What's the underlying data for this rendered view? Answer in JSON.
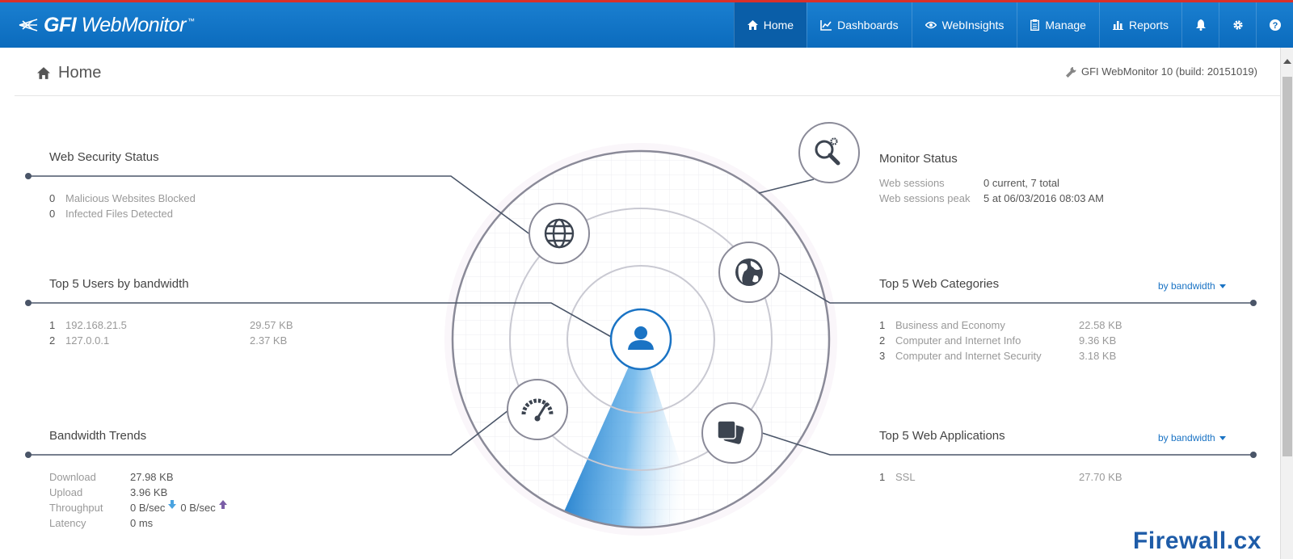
{
  "brand": {
    "logo_bold": "GFI",
    "logo_product": "WebMonitor",
    "accent_color": "#0b6bbd",
    "top_border_color": "#d9302b"
  },
  "nav": {
    "items": [
      {
        "label": "Home",
        "icon": "home-icon",
        "active": true
      },
      {
        "label": "Dashboards",
        "icon": "chart-line-icon"
      },
      {
        "label": "WebInsights",
        "icon": "eye-icon"
      },
      {
        "label": "Manage",
        "icon": "clipboard-icon"
      },
      {
        "label": "Reports",
        "icon": "bar-chart-icon"
      }
    ],
    "icon_buttons": [
      "bell-icon",
      "gear-icon",
      "help-icon"
    ]
  },
  "page": {
    "title": "Home",
    "version": "GFI WebMonitor 10 (build: 20151019)"
  },
  "web_security": {
    "title": "Web Security Status",
    "rows": [
      {
        "count": "0",
        "label": "Malicious Websites Blocked"
      },
      {
        "count": "0",
        "label": "Infected Files Detected"
      }
    ]
  },
  "top_users": {
    "title": "Top 5 Users by bandwidth",
    "rows": [
      {
        "rank": "1",
        "user": "192.168.21.5",
        "value": "29.57 KB"
      },
      {
        "rank": "2",
        "user": "127.0.0.1",
        "value": "2.37 KB"
      }
    ]
  },
  "bandwidth": {
    "title": "Bandwidth Trends",
    "download_label": "Download",
    "download_value": "27.98 KB",
    "upload_label": "Upload",
    "upload_value": "3.96 KB",
    "throughput_label": "Throughput",
    "throughput_down": "0 B/sec",
    "throughput_up": "0 B/sec",
    "latency_label": "Latency",
    "latency_value": "0 ms"
  },
  "monitor": {
    "title": "Monitor Status",
    "sessions_label": "Web sessions",
    "sessions_value": "0 current, 7 total",
    "peak_label": "Web sessions peak",
    "peak_value": "5 at 06/03/2016 08:03 AM"
  },
  "categories": {
    "title": "Top 5 Web Categories",
    "filter": "by bandwidth",
    "rows": [
      {
        "rank": "1",
        "name": "Business and Economy",
        "value": "22.58 KB"
      },
      {
        "rank": "2",
        "name": "Computer and Internet Info",
        "value": "9.36 KB"
      },
      {
        "rank": "3",
        "name": "Computer and Internet Security",
        "value": "3.18 KB"
      }
    ]
  },
  "applications": {
    "title": "Top 5 Web Applications",
    "filter": "by bandwidth",
    "rows": [
      {
        "rank": "1",
        "name": "SSL",
        "value": "27.70 KB"
      }
    ]
  },
  "watermark": "Firewall.cx"
}
